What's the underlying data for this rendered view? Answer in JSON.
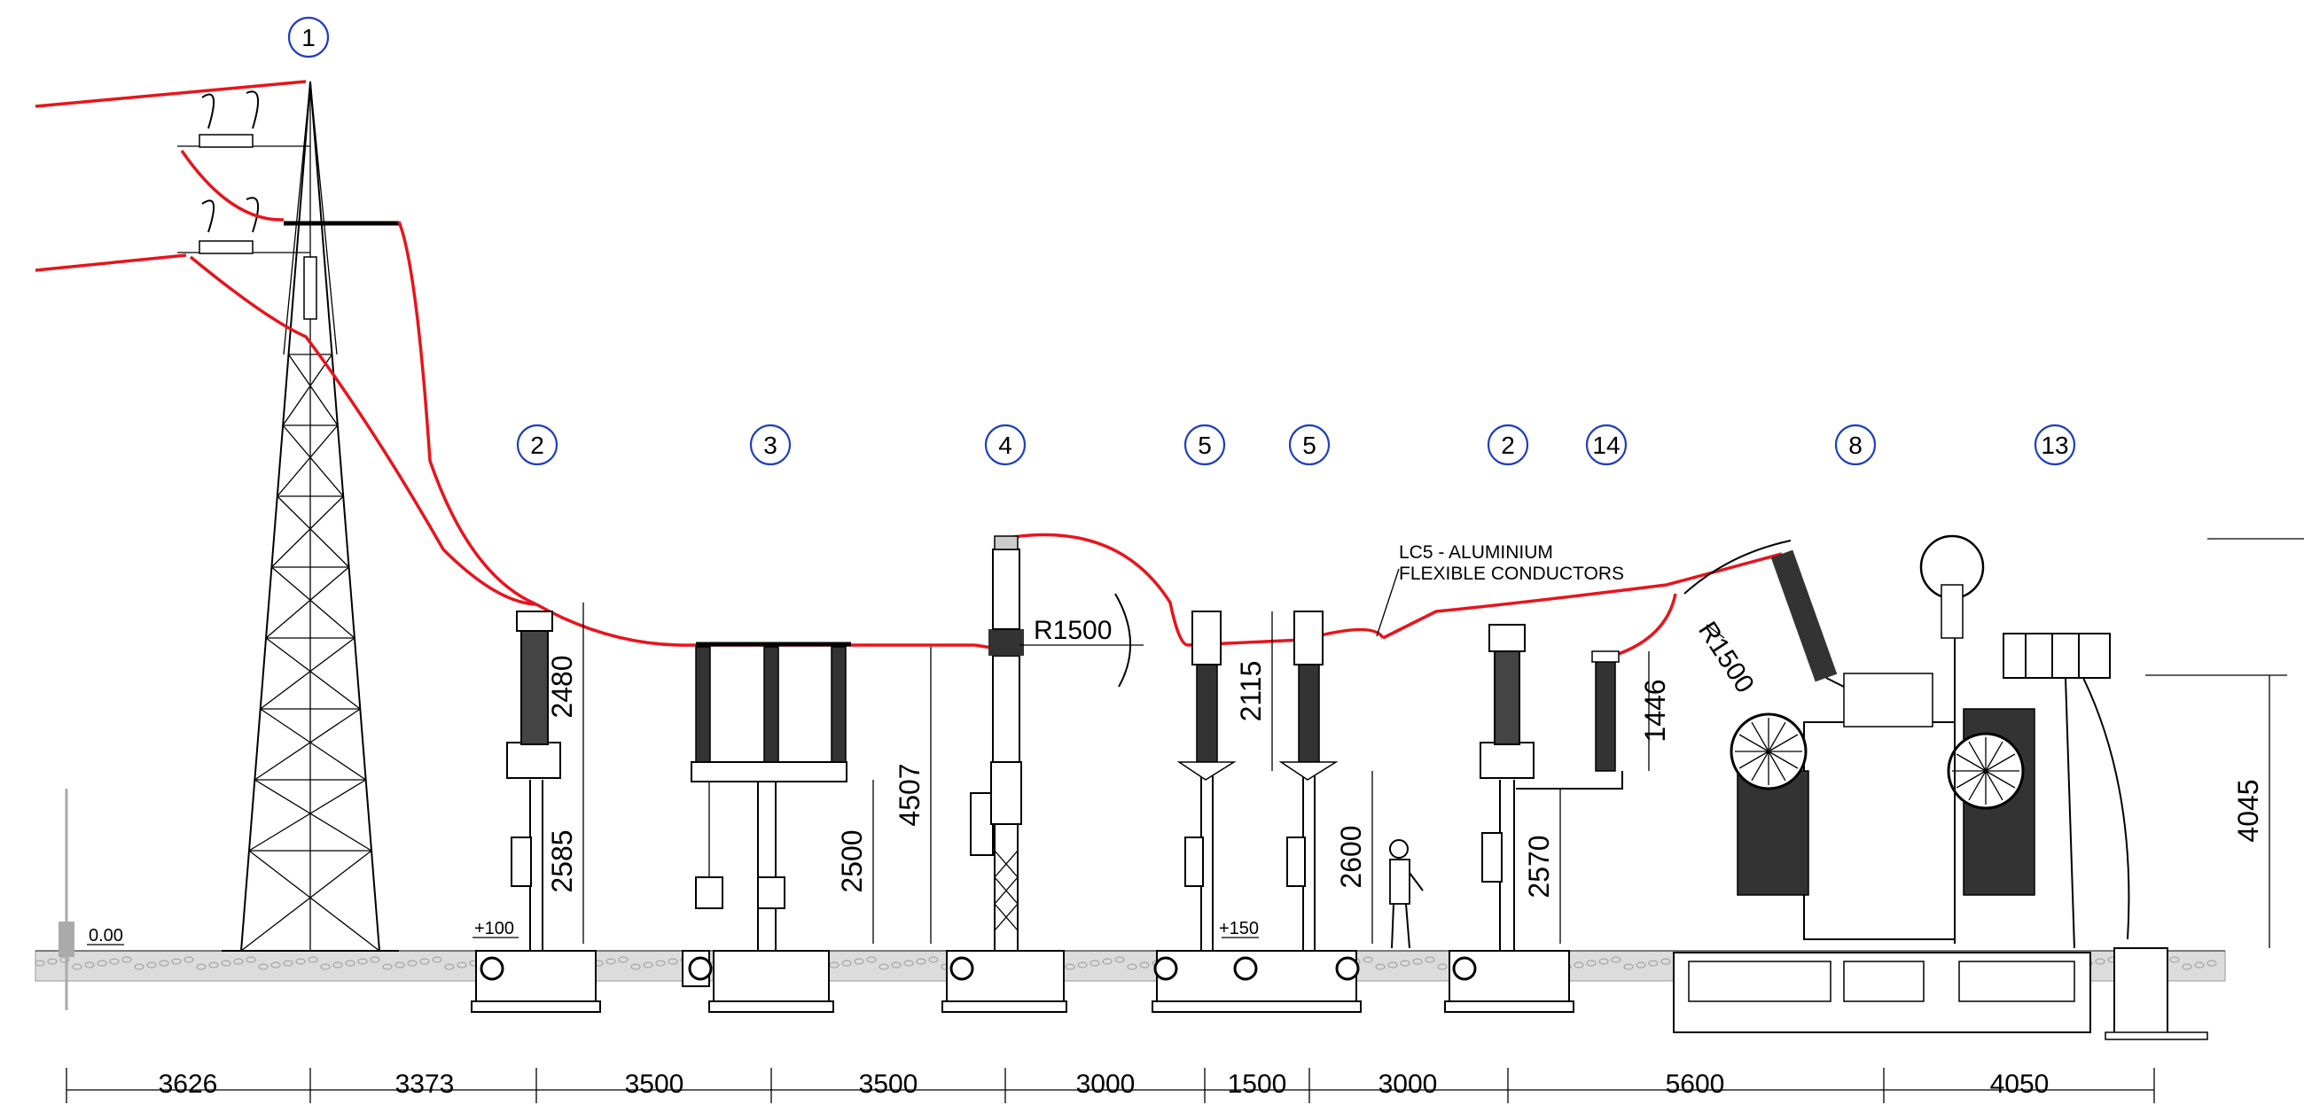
{
  "tags": [
    "1",
    "2",
    "3",
    "4",
    "5",
    "5",
    "2",
    "14",
    "8",
    "13"
  ],
  "dimensions_bottom": [
    "3626",
    "3373",
    "3500",
    "3500",
    "3000",
    "1500",
    "3000",
    "5600",
    "4050"
  ],
  "dimensions_vertical": [
    "2480",
    "2585",
    "2500",
    "4507",
    "2115",
    "2600",
    "2570",
    "1446",
    "4045"
  ],
  "radius_labels": [
    "R1500",
    "R1500"
  ],
  "level_labels": [
    "0.00",
    "+100",
    "+150"
  ],
  "conductor_note": [
    "LC5 - ALUMINIUM",
    "FLEXIBLE CONDUCTORS"
  ],
  "colors": {
    "conductor": "#e8141c",
    "tag_circle": "#1f3fbf",
    "lines": "#000000"
  }
}
